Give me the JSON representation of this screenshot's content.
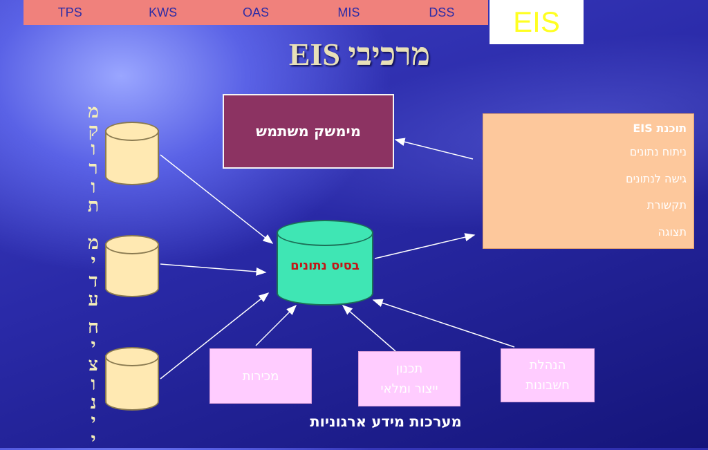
{
  "tabs": [
    {
      "label": "TPS"
    },
    {
      "label": "KWS"
    },
    {
      "label": "OAS"
    },
    {
      "label": "MIS"
    },
    {
      "label": "DSS"
    }
  ],
  "active_tab": {
    "label": "EIS"
  },
  "title": "מרכיבי EIS",
  "vertical_label": {
    "letters_upper": [
      "מ",
      "ק",
      "ו",
      "ר",
      "ו",
      "ת",
      "",
      "מ",
      "י",
      "ד",
      "ע"
    ],
    "letters_lower": [
      "ח",
      "י",
      "צ",
      "ו",
      "נ",
      "י",
      "י"
    ]
  },
  "user_interface": {
    "label": "מימשק משתמש"
  },
  "database": {
    "label": "בסיס נתונים"
  },
  "eis_software": {
    "heading": "תוכנת EIS",
    "items": [
      "ניתוח נתונים",
      "גישה לנתונים",
      "תקשורת",
      "תצוגה"
    ]
  },
  "org_systems": [
    {
      "name": "sales",
      "lines": [
        "מכירות"
      ]
    },
    {
      "name": "planning",
      "lines": [
        "תכנון",
        "ייצור ומלאי"
      ]
    },
    {
      "name": "accounting",
      "lines": [
        "הנהלת",
        "חשבונות"
      ]
    }
  ],
  "caption": "מערכות מידע ארגוניות",
  "colors": {
    "tab_bar": "#f0817c",
    "tab_text": "#2c2ca6",
    "eis_text": "#ffff22",
    "ui_box": "#8c3362",
    "database": "#3fe6b4",
    "db_text": "#c01818",
    "external_cylinder": "#ffe9b2",
    "eis_panel": "#fdc89c",
    "org_box": "#ffccff"
  }
}
